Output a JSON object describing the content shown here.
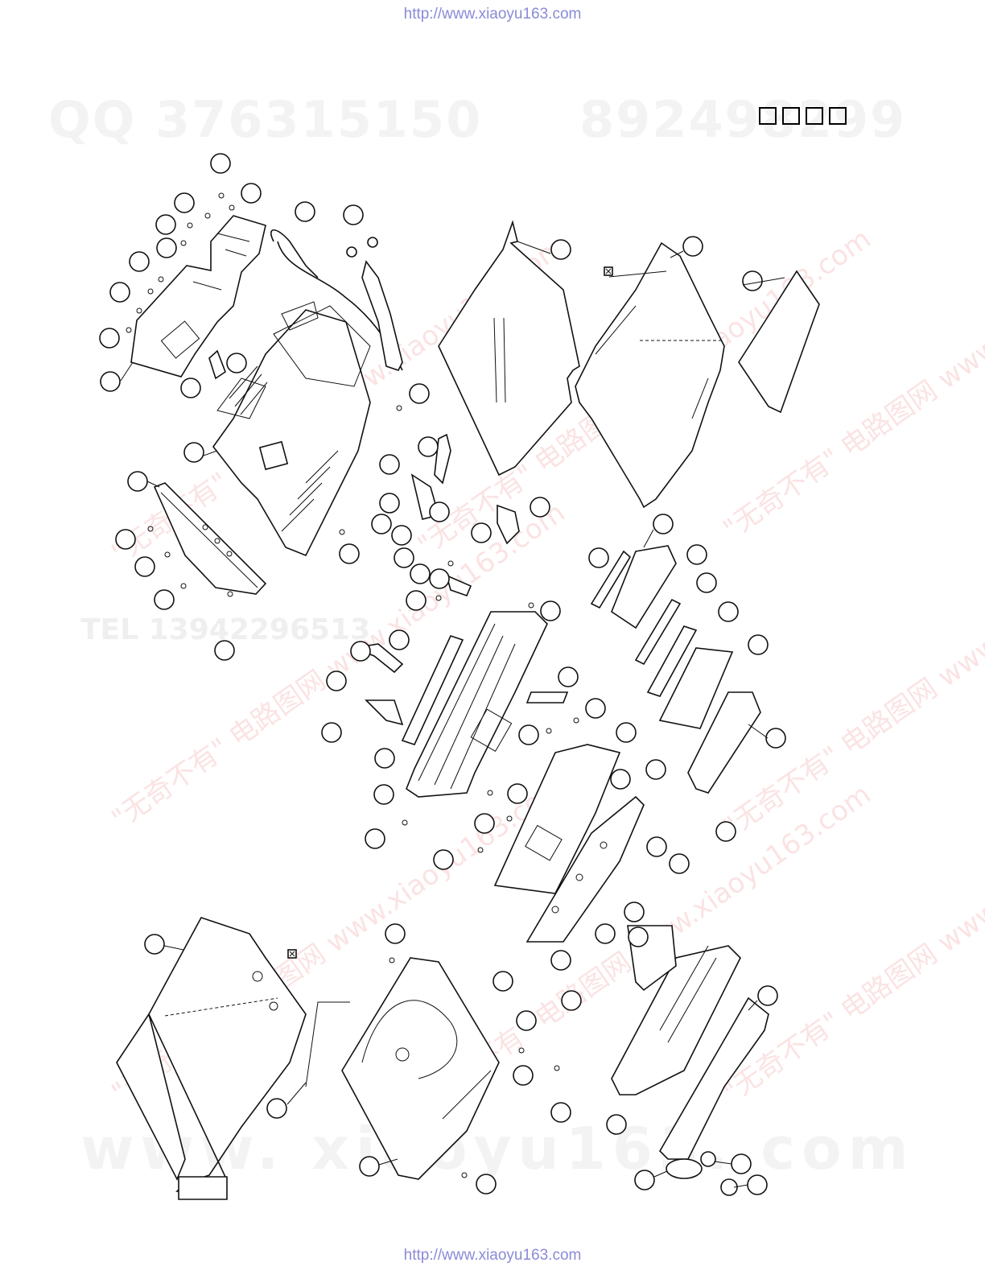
{
  "header": {
    "url": "http://www.xiaoyu163.com"
  },
  "footer": {
    "url": "http://www.xiaoyu163.com"
  },
  "watermarks": {
    "qq": "QQ 376315150",
    "qq_right": "892498299",
    "tel": "TEL 13942296513",
    "www": "www. xiaoyu163. com",
    "red_text": "\"无奇不有\" 电路图网 www.xiaoyu163.com"
  },
  "title_boxes_count": 4,
  "colors": {
    "line": "#111111",
    "url": "#8a8ad8",
    "watermark": "#f3f3f3",
    "red_watermark": "#fbe3e3"
  },
  "icons": {
    "marker": "x-square-icon"
  }
}
